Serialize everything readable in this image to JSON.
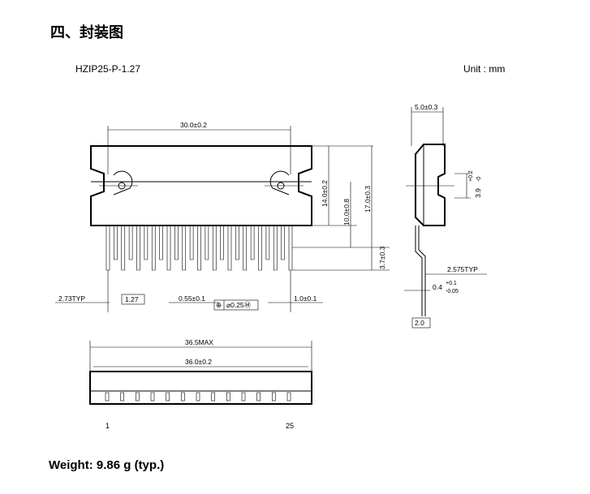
{
  "title": "四、封装图",
  "package_name": "HZIP25-P-1.27",
  "unit_label": "Unit : mm",
  "weight": "Weight: 9.86 g (typ.)",
  "front_view": {
    "width_dim": "30.0±0.2",
    "height_dim": "14.0±0.2",
    "total_height_dim": "17.0±0.3",
    "hole_height_dim": "10.0±0.8",
    "lead_len_dim": "3.7±0.3",
    "left_offset_dim": "2.73TYP",
    "pitch_dim": "1.27",
    "lead_width_dim": "0.55±0.1",
    "tolerance_dim": "⌀0.25Ⓜ",
    "right_offset_dim": "1.0±0.1"
  },
  "side_view": {
    "width_dim": "5.0±0.3",
    "hole_dim": "3.9",
    "hole_tol_upper": "+0.2",
    "hole_tol_lower": "-0",
    "lead_offset_dim": "2.575TYP",
    "lead_thick_dim": "0.4",
    "lead_thick_tol_upper": "+0.1",
    "lead_thick_tol_lower": "-0.05",
    "pitch_box": "2.0"
  },
  "bottom_view": {
    "max_dim": "36.5MAX",
    "body_dim": "36.0±0.2",
    "pin_first": "1",
    "pin_last": "25"
  }
}
